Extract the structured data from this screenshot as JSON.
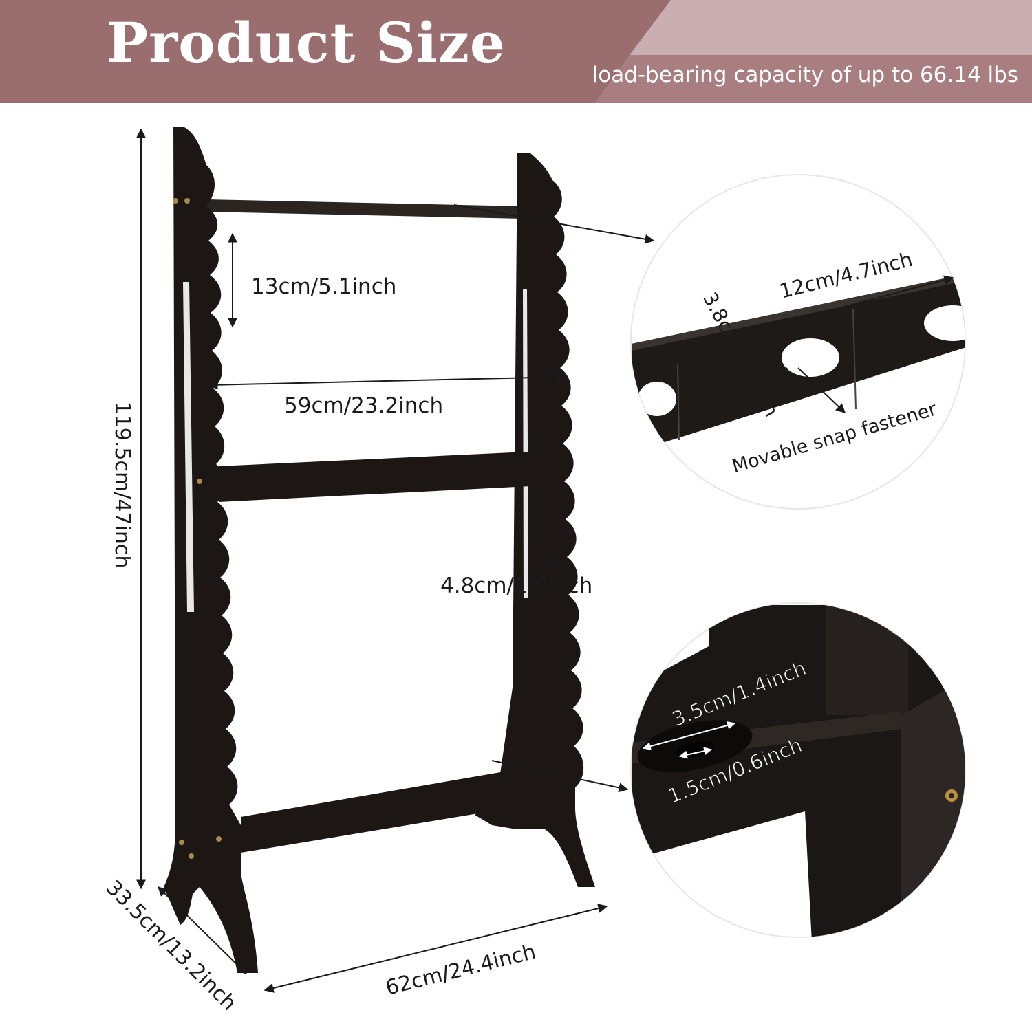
{
  "header": {
    "title": "Product Size",
    "subtitle": "load-bearing capacity of up to 66.14 lbs"
  },
  "colors": {
    "banner_dark": "#9a6d6f",
    "banner_light": "#c9afb2",
    "wood": "#1c1714",
    "line": "#1a1a1a"
  },
  "dimensions": {
    "height": "119.5cm/47inch",
    "depth": "33.5cm/13.2inch",
    "width_bottom": "62cm/24.4inch",
    "inner_width": "59cm/23.2inch",
    "slot_spacing": "13cm/5.1inch",
    "post_thickness": "4.8cm/1.9inch"
  },
  "detail_top": {
    "length": "12cm/4.7inch",
    "width": "3.8cm/1.5inch",
    "note": "Movable snap fastener"
  },
  "detail_bottom": {
    "hole_large": "3.5cm/1.4inch",
    "hole_small": "1.5cm/0.6inch"
  }
}
